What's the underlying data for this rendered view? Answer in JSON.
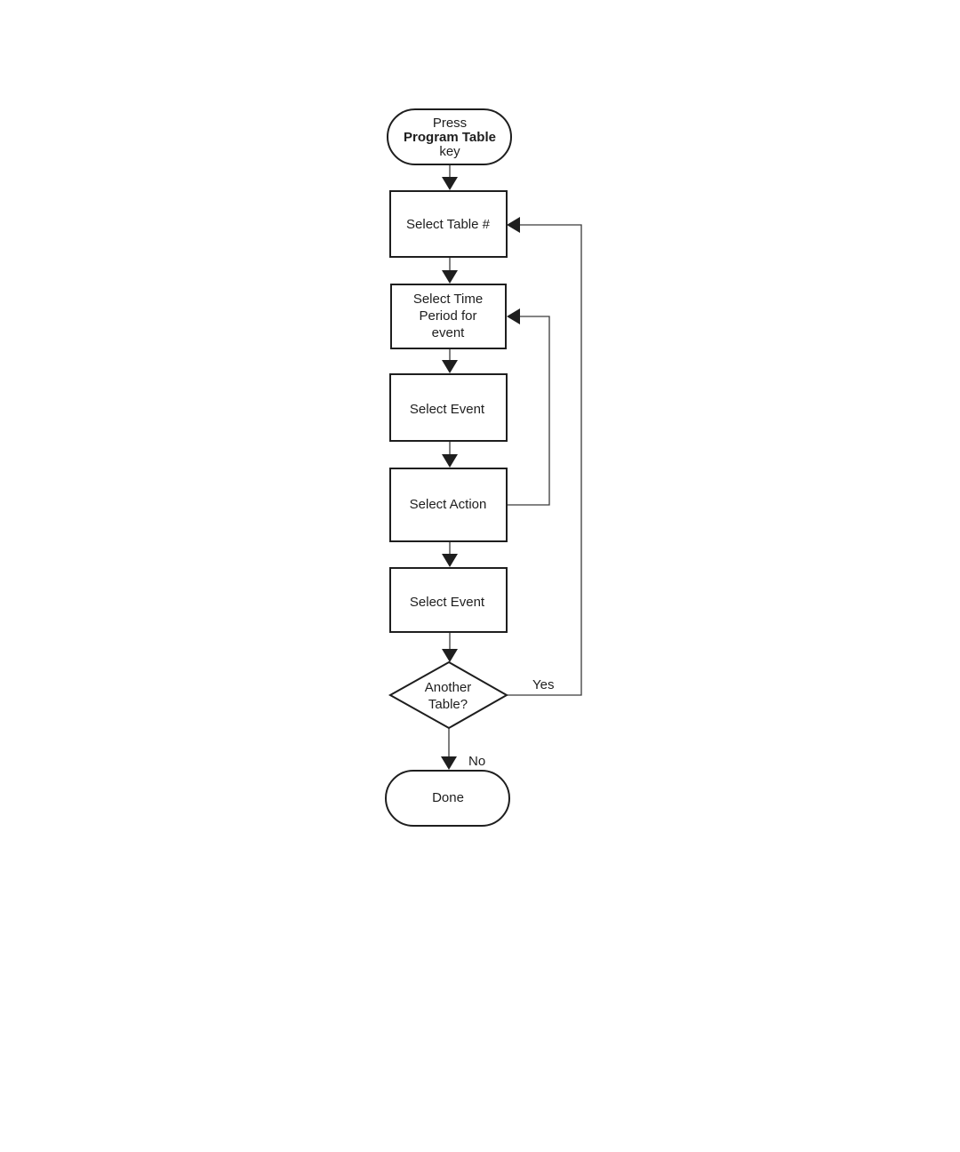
{
  "diagram": {
    "start": {
      "line1": "Press",
      "line2": "Program Table",
      "line3": "key"
    },
    "select_table": {
      "label": "Select Table #"
    },
    "select_time_period": {
      "line1": "Select Time",
      "line2": "Period for",
      "line3": "event"
    },
    "select_event_1": {
      "label": "Select Event"
    },
    "select_action": {
      "label": "Select Action"
    },
    "select_event_2": {
      "label": "Select Event"
    },
    "decision": {
      "line1": "Another",
      "line2": "Table?"
    },
    "yes_label": "Yes",
    "no_label": "No",
    "done": {
      "label": "Done"
    }
  }
}
